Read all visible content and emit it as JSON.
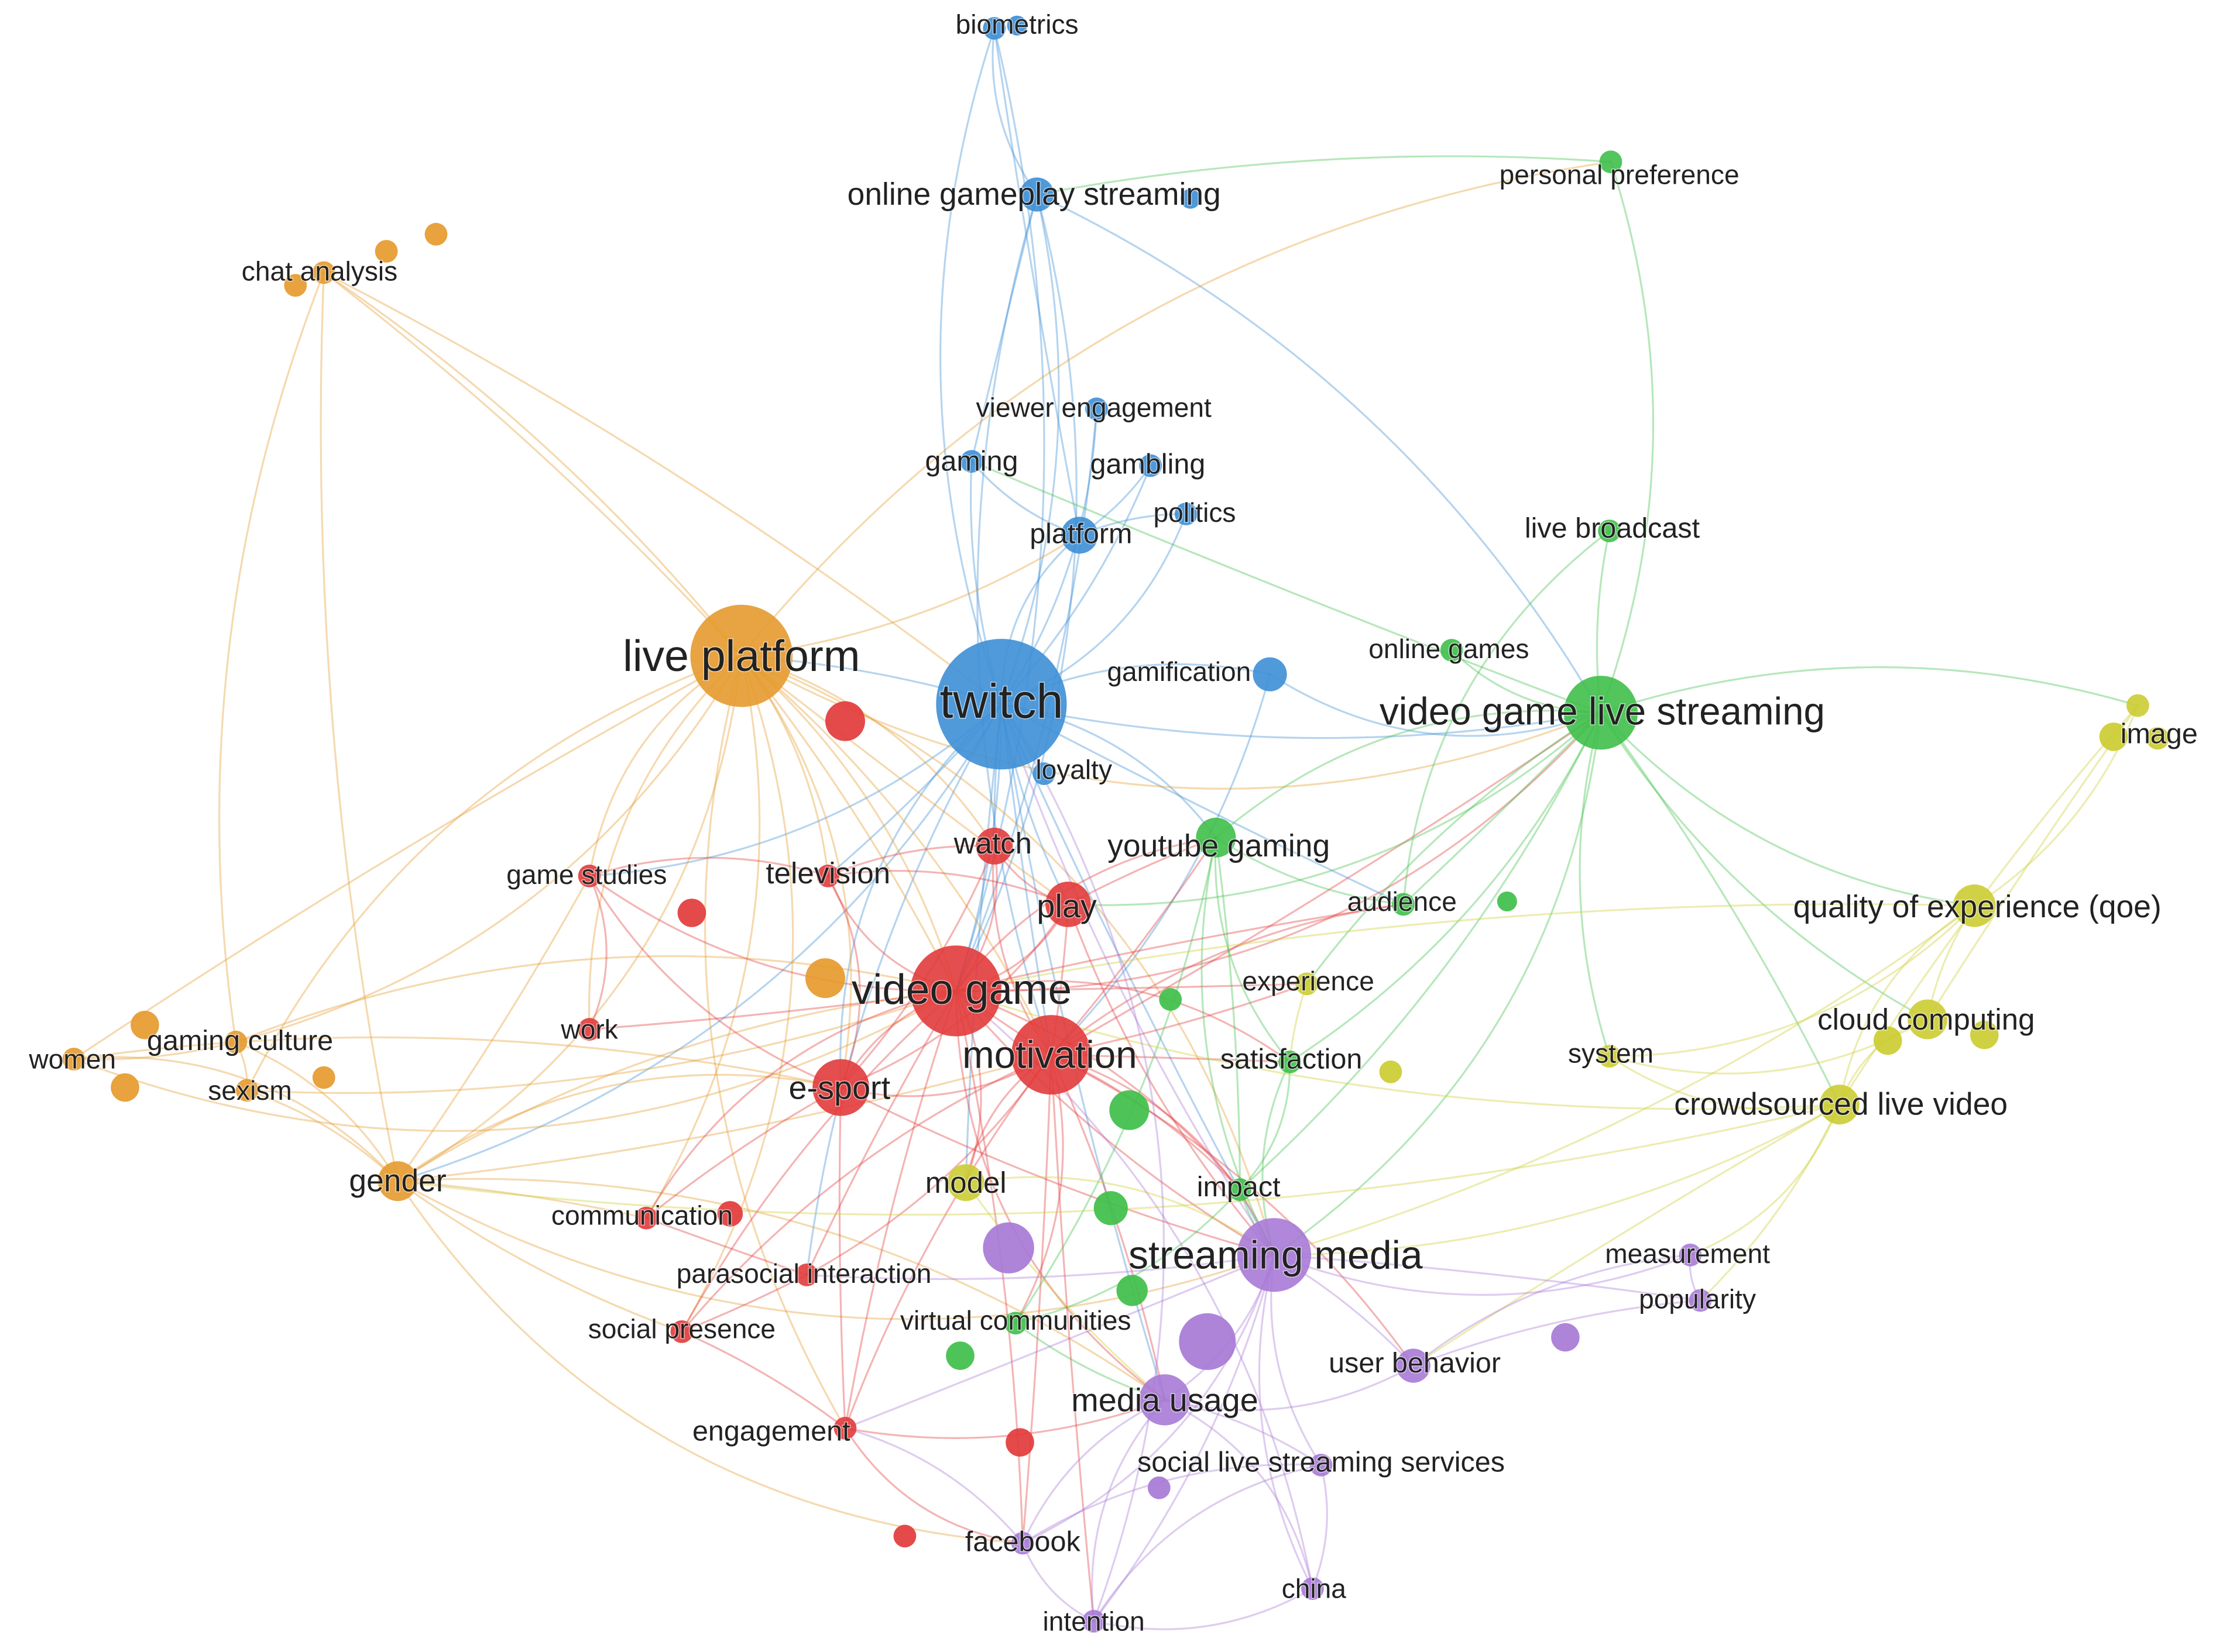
{
  "cluster_colors": {
    "orange": "#e69a2e",
    "blue": "#3d8fd6",
    "red": "#e23b3b",
    "green": "#3fbf4a",
    "yellow": "#cccc33",
    "purple": "#a77ad6"
  },
  "nodes": [
    {
      "id": "biometrics",
      "label": "biometrics",
      "cluster": "blue",
      "weight": 1
    },
    {
      "id": "online-gameplay-streaming",
      "label": "online gameplay streaming",
      "cluster": "blue",
      "weight": 2
    },
    {
      "id": "viewer-engagement",
      "label": "viewer engagement",
      "cluster": "blue",
      "weight": 1
    },
    {
      "id": "gaming",
      "label": "gaming",
      "cluster": "blue",
      "weight": 1
    },
    {
      "id": "gambling",
      "label": "gambling",
      "cluster": "blue",
      "weight": 1
    },
    {
      "id": "politics",
      "label": "politics",
      "cluster": "blue",
      "weight": 1
    },
    {
      "id": "platform",
      "label": "platform",
      "cluster": "blue",
      "weight": 2
    },
    {
      "id": "gamification",
      "label": "gamification",
      "cluster": "blue",
      "weight": 2
    },
    {
      "id": "twitch",
      "label": "twitch",
      "cluster": "blue",
      "weight": 9
    },
    {
      "id": "loyalty",
      "label": "loyalty",
      "cluster": "blue",
      "weight": 1
    },
    {
      "id": "chat-analysis",
      "label": "chat analysis",
      "cluster": "orange",
      "weight": 1
    },
    {
      "id": "live-platform",
      "label": "live platform",
      "cluster": "orange",
      "weight": 8
    },
    {
      "id": "women",
      "label": "women",
      "cluster": "orange",
      "weight": 1
    },
    {
      "id": "gaming-culture",
      "label": "gaming culture",
      "cluster": "orange",
      "weight": 1
    },
    {
      "id": "sexism",
      "label": "sexism",
      "cluster": "orange",
      "weight": 1
    },
    {
      "id": "gender",
      "label": "gender",
      "cluster": "orange",
      "weight": 2
    },
    {
      "id": "game-studies",
      "label": "game studies",
      "cluster": "red",
      "weight": 1
    },
    {
      "id": "television",
      "label": "television",
      "cluster": "red",
      "weight": 1
    },
    {
      "id": "watch",
      "label": "watch",
      "cluster": "red",
      "weight": 2
    },
    {
      "id": "play",
      "label": "play",
      "cluster": "red",
      "weight": 3
    },
    {
      "id": "video-game",
      "label": "video game",
      "cluster": "red",
      "weight": 7
    },
    {
      "id": "work",
      "label": "work",
      "cluster": "red",
      "weight": 1
    },
    {
      "id": "motivation",
      "label": "motivation",
      "cluster": "red",
      "weight": 6
    },
    {
      "id": "e-sport",
      "label": "e-sport",
      "cluster": "red",
      "weight": 4
    },
    {
      "id": "communication",
      "label": "communication",
      "cluster": "red",
      "weight": 1
    },
    {
      "id": "parasocial-interaction",
      "label": "parasocial interaction",
      "cluster": "red",
      "weight": 1
    },
    {
      "id": "social-presence",
      "label": "social presence",
      "cluster": "red",
      "weight": 1
    },
    {
      "id": "engagement",
      "label": "engagement",
      "cluster": "red",
      "weight": 1
    },
    {
      "id": "personal-preference",
      "label": "personal preference",
      "cluster": "green",
      "weight": 1
    },
    {
      "id": "live-broadcast",
      "label": "live broadcast",
      "cluster": "green",
      "weight": 1
    },
    {
      "id": "online-games",
      "label": "online games",
      "cluster": "green",
      "weight": 1
    },
    {
      "id": "video-game-live-streaming",
      "label": "video game live streaming",
      "cluster": "green",
      "weight": 5
    },
    {
      "id": "youtube-gaming",
      "label": "youtube gaming",
      "cluster": "green",
      "weight": 2
    },
    {
      "id": "audience",
      "label": "audience",
      "cluster": "green",
      "weight": 1
    },
    {
      "id": "satisfaction",
      "label": "satisfaction",
      "cluster": "green",
      "weight": 1
    },
    {
      "id": "impact",
      "label": "impact",
      "cluster": "green",
      "weight": 1
    },
    {
      "id": "virtual-communities",
      "label": "virtual communities",
      "cluster": "green",
      "weight": 1
    },
    {
      "id": "image",
      "label": "image",
      "cluster": "yellow",
      "weight": 1
    },
    {
      "id": "quality-of-experience",
      "label": "quality of experience (qoe)",
      "cluster": "yellow",
      "weight": 2
    },
    {
      "id": "cloud-computing",
      "label": "cloud computing",
      "cluster": "yellow",
      "weight": 2
    },
    {
      "id": "system",
      "label": "system",
      "cluster": "yellow",
      "weight": 1
    },
    {
      "id": "crowdsourced-live-video",
      "label": "crowdsourced live video",
      "cluster": "yellow",
      "weight": 2
    },
    {
      "id": "experience",
      "label": "experience",
      "cluster": "yellow",
      "weight": 1
    },
    {
      "id": "model",
      "label": "model",
      "cluster": "yellow",
      "weight": 2
    },
    {
      "id": "streaming-media",
      "label": "streaming media",
      "cluster": "purple",
      "weight": 5
    },
    {
      "id": "measurement",
      "label": "measurement",
      "cluster": "purple",
      "weight": 1
    },
    {
      "id": "popularity",
      "label": "popularity",
      "cluster": "purple",
      "weight": 1
    },
    {
      "id": "user-behavior",
      "label": "user behavior",
      "cluster": "purple",
      "weight": 2
    },
    {
      "id": "media-usage",
      "label": "media usage",
      "cluster": "purple",
      "weight": 3
    },
    {
      "id": "social-live-streaming-services",
      "label": "social live streaming services",
      "cluster": "purple",
      "weight": 1
    },
    {
      "id": "facebook",
      "label": "facebook",
      "cluster": "purple",
      "weight": 1
    },
    {
      "id": "china",
      "label": "china",
      "cluster": "purple",
      "weight": 1
    },
    {
      "id": "intention",
      "label": "intention",
      "cluster": "purple",
      "weight": 1
    }
  ],
  "edges": [
    [
      "twitch",
      "biometrics"
    ],
    [
      "twitch",
      "online-gameplay-streaming"
    ],
    [
      "twitch",
      "viewer-engagement"
    ],
    [
      "twitch",
      "gaming"
    ],
    [
      "twitch",
      "gambling"
    ],
    [
      "twitch",
      "politics"
    ],
    [
      "twitch",
      "platform"
    ],
    [
      "twitch",
      "gamification"
    ],
    [
      "twitch",
      "loyalty"
    ],
    [
      "twitch",
      "live-platform"
    ],
    [
      "twitch",
      "video-game"
    ],
    [
      "twitch",
      "motivation"
    ],
    [
      "twitch",
      "e-sport"
    ],
    [
      "twitch",
      "watch"
    ],
    [
      "twitch",
      "play"
    ],
    [
      "twitch",
      "youtube-gaming"
    ],
    [
      "twitch",
      "video-game-live-streaming"
    ],
    [
      "twitch",
      "streaming-media"
    ],
    [
      "twitch",
      "television"
    ],
    [
      "twitch",
      "game-studies"
    ],
    [
      "twitch",
      "gender"
    ],
    [
      "twitch",
      "audience"
    ],
    [
      "twitch",
      "media-usage"
    ],
    [
      "twitch",
      "parasocial-interaction"
    ],
    [
      "twitch",
      "model"
    ],
    [
      "biometrics",
      "online-gameplay-streaming"
    ],
    [
      "biometrics",
      "platform"
    ],
    [
      "biometrics",
      "video-game"
    ],
    [
      "online-gameplay-streaming",
      "video-game"
    ],
    [
      "online-gameplay-streaming",
      "motivation"
    ],
    [
      "online-gameplay-streaming",
      "video-game-live-streaming"
    ],
    [
      "online-gameplay-streaming",
      "gaming"
    ],
    [
      "viewer-engagement",
      "video-game"
    ],
    [
      "gaming",
      "platform"
    ],
    [
      "gambling",
      "platform"
    ],
    [
      "politics",
      "platform"
    ],
    [
      "gamification",
      "video-game-live-streaming"
    ],
    [
      "gamification",
      "motivation"
    ],
    [
      "live-platform",
      "chat-analysis"
    ],
    [
      "live-platform",
      "gender"
    ],
    [
      "live-platform",
      "women"
    ],
    [
      "live-platform",
      "gaming-culture"
    ],
    [
      "live-platform",
      "sexism"
    ],
    [
      "live-platform",
      "video-game"
    ],
    [
      "live-platform",
      "motivation"
    ],
    [
      "live-platform",
      "e-sport"
    ],
    [
      "live-platform",
      "play"
    ],
    [
      "live-platform",
      "game-studies"
    ],
    [
      "live-platform",
      "television"
    ],
    [
      "live-platform",
      "watch"
    ],
    [
      "live-platform",
      "work"
    ],
    [
      "live-platform",
      "streaming-media"
    ],
    [
      "live-platform",
      "communication"
    ],
    [
      "live-platform",
      "video-game-live-streaming"
    ],
    [
      "live-platform",
      "personal-preference"
    ],
    [
      "live-platform",
      "platform"
    ],
    [
      "live-platform",
      "social-presence"
    ],
    [
      "live-platform",
      "engagement"
    ],
    [
      "chat-analysis",
      "gaming-culture"
    ],
    [
      "chat-analysis",
      "gender"
    ],
    [
      "chat-analysis",
      "twitch"
    ],
    [
      "chat-analysis",
      "video-game"
    ],
    [
      "women",
      "gender"
    ],
    [
      "women",
      "gaming-culture"
    ],
    [
      "women",
      "video-game"
    ],
    [
      "women",
      "e-sport"
    ],
    [
      "sexism",
      "gender"
    ],
    [
      "sexism",
      "gaming-culture"
    ],
    [
      "sexism",
      "video-game"
    ],
    [
      "gaming-culture",
      "gender"
    ],
    [
      "gaming-culture",
      "video-game"
    ],
    [
      "gender",
      "video-game"
    ],
    [
      "gender",
      "motivation"
    ],
    [
      "gender",
      "e-sport"
    ],
    [
      "gender",
      "streaming-media"
    ],
    [
      "gender",
      "media-usage"
    ],
    [
      "gender",
      "facebook"
    ],
    [
      "gender",
      "social-presence"
    ],
    [
      "gender",
      "communication"
    ],
    [
      "gender",
      "game-studies"
    ],
    [
      "video-game",
      "motivation"
    ],
    [
      "video-game",
      "e-sport"
    ],
    [
      "video-game",
      "play"
    ],
    [
      "video-game",
      "watch"
    ],
    [
      "video-game",
      "television"
    ],
    [
      "video-game",
      "game-studies"
    ],
    [
      "video-game",
      "work"
    ],
    [
      "video-game",
      "communication"
    ],
    [
      "video-game",
      "parasocial-interaction"
    ],
    [
      "video-game",
      "social-presence"
    ],
    [
      "video-game",
      "engagement"
    ],
    [
      "video-game",
      "streaming-media"
    ],
    [
      "video-game",
      "media-usage"
    ],
    [
      "video-game",
      "youtube-gaming"
    ],
    [
      "video-game",
      "audience"
    ],
    [
      "video-game",
      "model"
    ],
    [
      "video-game",
      "impact"
    ],
    [
      "video-game",
      "satisfaction"
    ],
    [
      "video-game",
      "experience"
    ],
    [
      "video-game",
      "video-game-live-streaming"
    ],
    [
      "video-game",
      "facebook"
    ],
    [
      "motivation",
      "e-sport"
    ],
    [
      "motivation",
      "play"
    ],
    [
      "motivation",
      "watch"
    ],
    [
      "motivation",
      "streaming-media"
    ],
    [
      "motivation",
      "media-usage"
    ],
    [
      "motivation",
      "satisfaction"
    ],
    [
      "motivation",
      "impact"
    ],
    [
      "motivation",
      "model"
    ],
    [
      "motivation",
      "engagement"
    ],
    [
      "motivation",
      "parasocial-interaction"
    ],
    [
      "motivation",
      "social-presence"
    ],
    [
      "motivation",
      "youtube-gaming"
    ],
    [
      "motivation",
      "audience"
    ],
    [
      "motivation",
      "experience"
    ],
    [
      "motivation",
      "user-behavior"
    ],
    [
      "motivation",
      "intention"
    ],
    [
      "motivation",
      "facebook"
    ],
    [
      "motivation",
      "video-game-live-streaming"
    ],
    [
      "motivation",
      "virtual-communities"
    ],
    [
      "e-sport",
      "play"
    ],
    [
      "e-sport",
      "television"
    ],
    [
      "e-sport",
      "watch"
    ],
    [
      "e-sport",
      "engagement"
    ],
    [
      "e-sport",
      "streaming-media"
    ],
    [
      "e-sport",
      "communication"
    ],
    [
      "e-sport",
      "game-studies"
    ],
    [
      "play",
      "watch"
    ],
    [
      "play",
      "television"
    ],
    [
      "play",
      "youtube-gaming"
    ],
    [
      "play",
      "streaming-media"
    ],
    [
      "watch",
      "television"
    ],
    [
      "television",
      "game-studies"
    ],
    [
      "work",
      "game-studies"
    ],
    [
      "communication",
      "parasocial-interaction"
    ],
    [
      "parasocial-interaction",
      "social-presence"
    ],
    [
      "social-presence",
      "engagement"
    ],
    [
      "engagement",
      "facebook"
    ],
    [
      "engagement",
      "media-usage"
    ],
    [
      "video-game-live-streaming",
      "personal-preference"
    ],
    [
      "video-game-live-streaming",
      "live-broadcast"
    ],
    [
      "video-game-live-streaming",
      "online-games"
    ],
    [
      "video-game-live-streaming",
      "youtube-gaming"
    ],
    [
      "video-game-live-streaming",
      "audience"
    ],
    [
      "video-game-live-streaming",
      "image"
    ],
    [
      "video-game-live-streaming",
      "quality-of-experience"
    ],
    [
      "video-game-live-streaming",
      "cloud-computing"
    ],
    [
      "video-game-live-streaming",
      "crowdsourced-live-video"
    ],
    [
      "video-game-live-streaming",
      "satisfaction"
    ],
    [
      "video-game-live-streaming",
      "impact"
    ],
    [
      "video-game-live-streaming",
      "streaming-media"
    ],
    [
      "video-game-live-streaming",
      "system"
    ],
    [
      "video-game-live-streaming",
      "experience"
    ],
    [
      "video-game-live-streaming",
      "gaming"
    ],
    [
      "video-game-live-streaming",
      "play"
    ],
    [
      "youtube-gaming",
      "audience"
    ],
    [
      "youtube-gaming",
      "satisfaction"
    ],
    [
      "youtube-gaming",
      "impact"
    ],
    [
      "youtube-gaming",
      "streaming-media"
    ],
    [
      "youtube-gaming",
      "virtual-communities"
    ],
    [
      "satisfaction",
      "impact"
    ],
    [
      "satisfaction",
      "streaming-media"
    ],
    [
      "impact",
      "virtual-communities"
    ],
    [
      "impact",
      "streaming-media"
    ],
    [
      "virtual-communities",
      "media-usage"
    ],
    [
      "personal-preference",
      "online-gameplay-streaming"
    ],
    [
      "live-broadcast",
      "audience"
    ],
    [
      "image",
      "quality-of-experience"
    ],
    [
      "image",
      "cloud-computing"
    ],
    [
      "image",
      "crowdsourced-live-video"
    ],
    [
      "quality-of-experience",
      "cloud-computing"
    ],
    [
      "quality-of-experience",
      "crowdsourced-live-video"
    ],
    [
      "quality-of-experience",
      "system"
    ],
    [
      "quality-of-experience",
      "video-game"
    ],
    [
      "quality-of-experience",
      "streaming-media"
    ],
    [
      "cloud-computing",
      "crowdsourced-live-video"
    ],
    [
      "cloud-computing",
      "system"
    ],
    [
      "crowdsourced-live-video",
      "system"
    ],
    [
      "crowdsourced-live-video",
      "streaming-media"
    ],
    [
      "crowdsourced-live-video",
      "measurement"
    ],
    [
      "crowdsourced-live-video",
      "popularity"
    ],
    [
      "crowdsourced-live-video",
      "user-behavior"
    ],
    [
      "crowdsourced-live-video",
      "gender"
    ],
    [
      "crowdsourced-live-video",
      "video-game"
    ],
    [
      "experience",
      "satisfaction"
    ],
    [
      "model",
      "streaming-media"
    ],
    [
      "model",
      "media-usage"
    ],
    [
      "streaming-media",
      "measurement"
    ],
    [
      "streaming-media",
      "popularity"
    ],
    [
      "streaming-media",
      "user-behavior"
    ],
    [
      "streaming-media",
      "media-usage"
    ],
    [
      "streaming-media",
      "social-live-streaming-services"
    ],
    [
      "streaming-media",
      "facebook"
    ],
    [
      "streaming-media",
      "china"
    ],
    [
      "streaming-media",
      "intention"
    ],
    [
      "streaming-media",
      "parasocial-interaction"
    ],
    [
      "streaming-media",
      "engagement"
    ],
    [
      "media-usage",
      "user-behavior"
    ],
    [
      "media-usage",
      "facebook"
    ],
    [
      "media-usage",
      "intention"
    ],
    [
      "media-usage",
      "china"
    ],
    [
      "media-usage",
      "social-live-streaming-services"
    ],
    [
      "social-live-streaming-services",
      "facebook"
    ],
    [
      "social-live-streaming-services",
      "china"
    ],
    [
      "social-live-streaming-services",
      "intention"
    ],
    [
      "facebook",
      "intention"
    ],
    [
      "user-behavior",
      "measurement"
    ],
    [
      "user-behavior",
      "popularity"
    ],
    [
      "china",
      "intention"
    ],
    [
      "measurement",
      "popularity"
    ],
    [
      "streaming-media",
      "twitch"
    ],
    [
      "intention",
      "twitch"
    ],
    [
      "facebook",
      "engagement"
    ],
    [
      "china",
      "video-game"
    ]
  ]
}
